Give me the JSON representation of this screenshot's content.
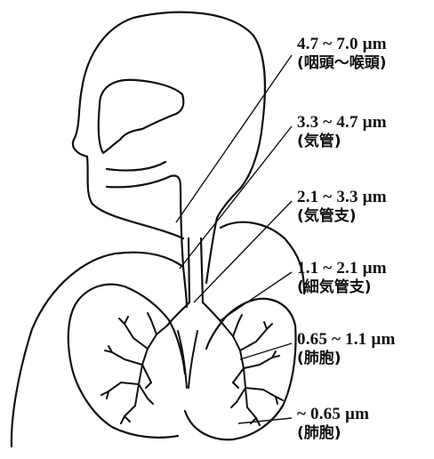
{
  "labels": [
    {
      "size": "4.7 ~ 7.0 µm",
      "region": "(咽頭〜喉頭)"
    },
    {
      "size": "3.3 ~ 4.7 µm",
      "region": "(気管)"
    },
    {
      "size": "2.1 ~ 3.3 µm",
      "region": "(気管支)"
    },
    {
      "size": "1.1 ~ 2.1 µm",
      "region": "(細気管支)"
    },
    {
      "size": "0.65 ~ 1.1 µm",
      "region": "(肺胞)"
    },
    {
      "size": "~ 0.65 µm",
      "region": "(肺胞)"
    }
  ],
  "colors": {
    "line": "#111111",
    "background": "#ffffff"
  }
}
